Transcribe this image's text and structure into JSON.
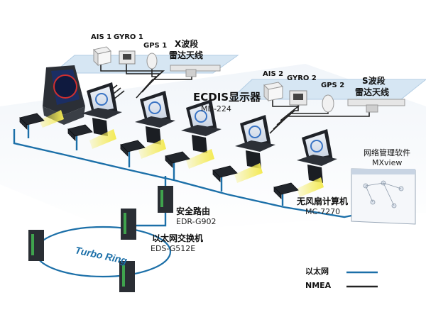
{
  "labels": {
    "ais1": "AIS 1",
    "gyro1": "GYRO 1",
    "gps1": "GPS 1",
    "xband_1": "X波段",
    "xband_2": "雷达天线",
    "ais2": "AIS 2",
    "gyro2": "GYRO 2",
    "gps2": "GPS 2",
    "sband_1": "S波段",
    "sband_2": "雷达天线",
    "ecdis_title": "ECDIS显示器",
    "ecdis_model": "MD-224",
    "nms_title": "网络管理软件",
    "nms_model": "MXview",
    "router_title": "安全路由",
    "router_model": "EDR-G902",
    "switch_title": "以太网交换机",
    "switch_model": "EDS-G512E",
    "computer_title": "无风扇计算机",
    "computer_model": "MC-7270",
    "ring_label": "Turbo Ring"
  },
  "legend": [
    {
      "label": "以太网",
      "color": "#1b6fa8"
    },
    {
      "label": "NMEA",
      "color": "#222222"
    }
  ],
  "colors": {
    "ethernet": "#1b6fa8",
    "nmea": "#222222",
    "sensor_panel": "#d9e8f4",
    "beam": "#f2e64a"
  }
}
